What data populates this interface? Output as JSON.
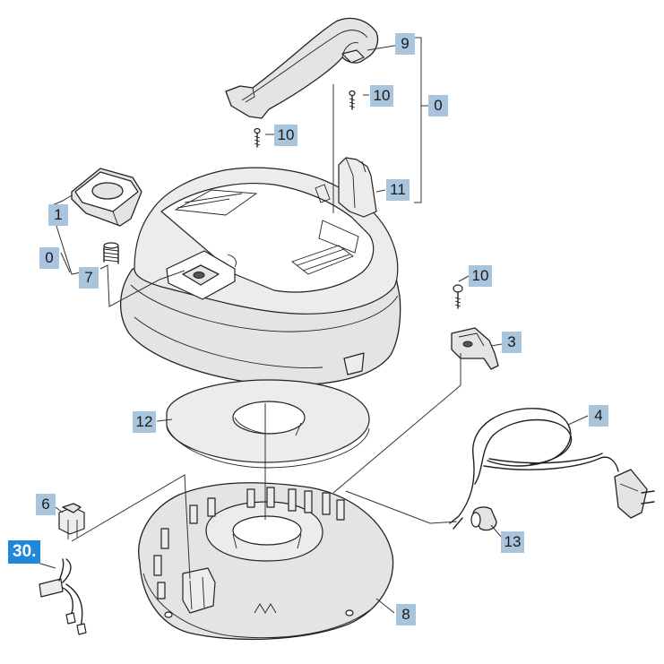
{
  "callouts": {
    "c9": "9",
    "c10_top": "10",
    "c0_top": "0",
    "c10_left": "10",
    "c11": "11",
    "c1": "1",
    "c0_left": "0",
    "c7": "7",
    "c10_right": "10",
    "c3": "3",
    "c12": "12",
    "c4": "4",
    "c6": "6",
    "c30": "30.",
    "c13": "13",
    "c8": "8"
  }
}
